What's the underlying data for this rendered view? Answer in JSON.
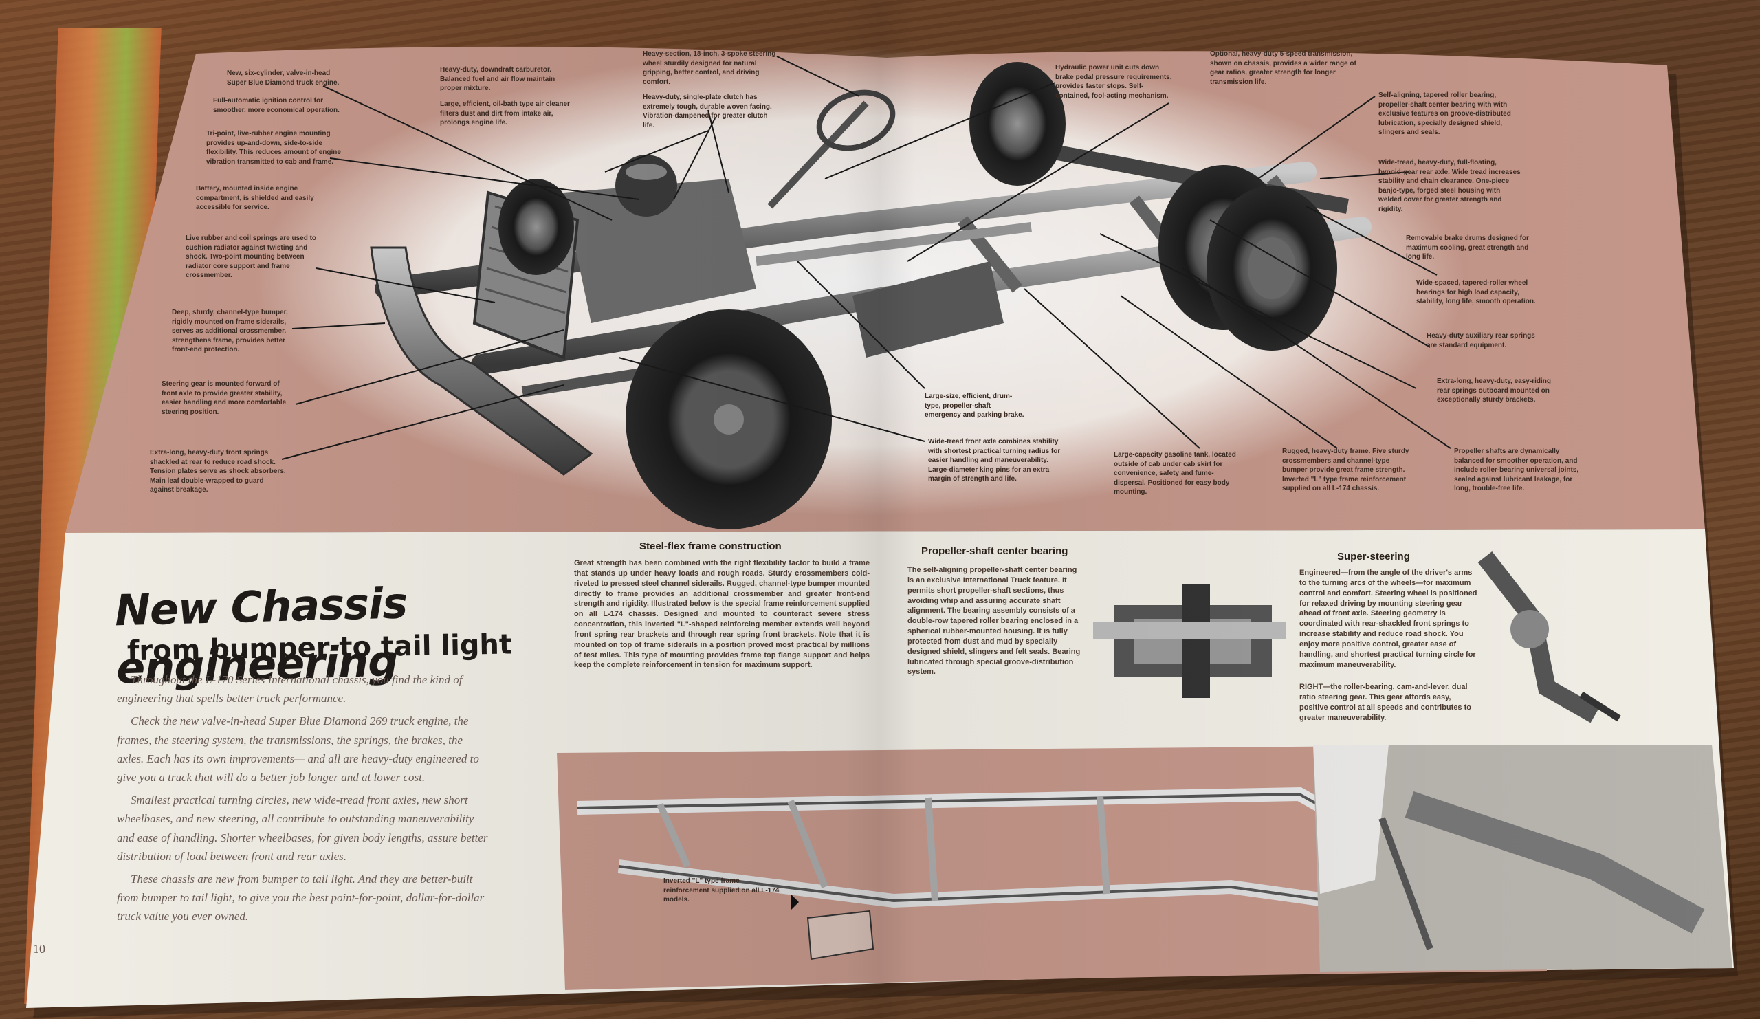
{
  "headline": {
    "line1": "New Chassis engineering",
    "line2": "from bumper to tail light"
  },
  "intro_paragraphs": [
    "Throughout the L-170 Series International chassis, you find the kind of engineering that spells better truck performance.",
    "Check the new valve-in-head Super Blue Diamond 269 truck engine, the frames, the steering system, the transmissions, the springs, the brakes, the axles. Each has its own improvements— and all are heavy-duty engineered to give you a truck that will do a better job longer and at lower cost.",
    "Smallest practical turning circles, new wide-tread front axles, new short wheelbases, and new steering, all contribute to outstanding maneuverability and ease of handling. Shorter wheelbases, for given body lengths, assure better distribution of load between front and rear axles.",
    "These chassis are new from bumper to tail light. And they are better-built from bumper to tail light, to give you the best point-for-point, dollar-for-dollar truck value you ever owned."
  ],
  "page_number": "10",
  "sections": {
    "frame": {
      "heading": "Steel-flex frame construction",
      "body": "Great strength has been combined with the right flexibility factor to build a frame that stands up under heavy loads and rough roads. Sturdy crossmembers cold-riveted to pressed steel channel siderails. Rugged, channel-type bumper mounted directly to frame provides an additional crossmember and greater front-end strength and rigidity. Illustrated below is the special frame reinforcement supplied on all L-174 chassis. Designed and mounted to counteract severe stress concentration, this inverted \"L\"-shaped reinforcing member extends well beyond front spring rear brackets and through rear spring front brackets. Note that it is mounted on top of frame siderails in a position proved most practical by millions of test miles. This type of mounting provides frame top flange support and helps keep the complete reinforcement in tension for maximum support."
    },
    "bearing": {
      "heading": "Propeller-shaft center bearing",
      "body": "The self-aligning propeller-shaft center bearing is an exclusive International Truck feature. It permits short propeller-shaft sections, thus avoiding whip and assuring accurate shaft alignment. The bearing assembly consists of a double-row tapered roller bearing enclosed in a spherical rubber-mounted housing. It is fully protected from dust and mud by specially designed shield, slingers and felt seals. Bearing lubricated through special groove-distribution system."
    },
    "steering": {
      "heading": "Super-steering",
      "body": "Engineered—from the angle of the driver's arms to the turning arcs of the wheels—for maximum control and comfort. Steering wheel is positioned for relaxed driving by mounting steering gear ahead of front axle. Steering geometry is coordinated with rear-shackled front springs to increase stability and reduce road shock. You enjoy more positive control, greater ease of handling, and shortest practical turning circle for maximum maneuverability.",
      "right_caption": "RIGHT—the roller-bearing, cam-and-lever, dual ratio steering gear. This gear affords easy, positive control at all speeds and contributes to greater maneuverability."
    }
  },
  "frame_inset_label": "Inverted \"L\" type frame reinforcement supplied on all L-174 models.",
  "callouts_left": [
    "New, six-cylinder, valve-in-head Super Blue Diamond truck engine.",
    "Full-automatic ignition control for smoother, more economical operation.",
    "Tri-point, live-rubber engine mounting provides up-and-down, side-to-side flexibility. This reduces amount of engine vibration transmitted to cab and frame.",
    "Battery, mounted inside engine compartment, is shielded and easily accessible for service.",
    "Live rubber and coil springs are used to cushion radiator against twisting and shock. Two-point mounting between radiator core support and frame crossmember.",
    "Deep, sturdy, channel-type bumper, rigidly mounted on frame siderails, serves as additional crossmember, strengthens frame, provides better front-end protection.",
    "Steering gear is mounted forward of front axle to provide greater stability, easier handling and more comfortable steering position.",
    "Extra-long, heavy-duty front springs shackled at rear to reduce road shock. Tension plates serve as shock absorbers. Main leaf double-wrapped to guard against breakage."
  ],
  "callouts_top": [
    "Heavy-duty, downdraft carburetor. Balanced fuel and air flow maintain proper mixture.",
    "Large, efficient, oil-bath type air cleaner filters dust and dirt from intake air, prolongs engine life.",
    "Heavy-duty, single-plate clutch has extremely tough, durable woven facing. Vibration-dampened for greater clutch life.",
    "Heavy-section, 18-inch, 3-spoke steering wheel sturdily designed for natural gripping, better control, and driving comfort.",
    "Hydraulic power unit cuts down brake pedal pressure requirements, provides faster stops. Self-contained, fool-acting mechanism.",
    "Optional, heavy-duty 5-speed transmission, shown on chassis, provides a wider range of gear ratios, greater strength for longer transmission life.",
    "Self-aligning, tapered roller bearing, propeller-shaft center bearing with with exclusive features on groove-distributed lubrication, specially designed shield, slingers and seals."
  ],
  "callouts_right": [
    "Wide-tread, heavy-duty, full-floating, hypoid-gear rear axle. Wide tread increases stability and chain clearance. One-piece banjo-type, forged steel housing with welded cover for greater strength and rigidity.",
    "Removable brake drums designed for maximum cooling, great strength and long life.",
    "Wide-spaced, tapered-roller wheel bearings for high load capacity, stability, long life, smooth operation.",
    "Heavy-duty auxiliary rear springs are standard equipment.",
    "Extra-long, heavy-duty, easy-riding rear springs outboard mounted on exceptionally sturdy brackets."
  ],
  "callouts_bottom": [
    "Large-size, efficient, drum-type, propeller-shaft emergency and parking brake.",
    "Wide-tread front axle combines stability with shortest practical turning radius for easier handling and maneuverability. Large-diameter king pins for an extra margin of strength and life.",
    "Large-capacity gasoline tank, located outside of cab under cab skirt for convenience, safety and fume-dispersal. Positioned for easy body mounting.",
    "Rugged, heavy-duty frame. Five sturdy crossmembers and channel-type bumper provide great frame strength. Inverted \"L\" type frame reinforcement supplied on all L-174 chassis.",
    "Propeller shafts are dynamically balanced for smoother operation, and include roller-bearing universal joints, sealed against lubricant leakage, for long, trouble-free life."
  ],
  "colors": {
    "pink_bg": "#c4978a",
    "paper": "#f1eee6",
    "wood": "#6b4428"
  }
}
